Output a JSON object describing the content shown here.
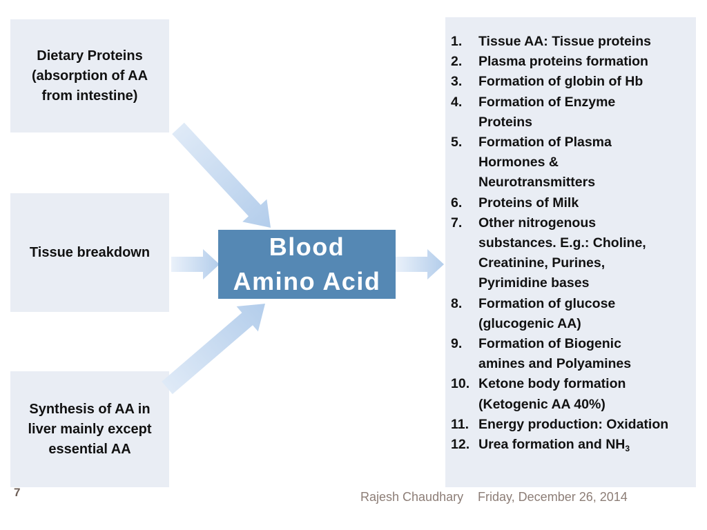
{
  "slide": {
    "page_number": "7",
    "footer": {
      "author": "Rajesh Chaudhary",
      "date": "Friday, December 26, 2014"
    }
  },
  "sources": [
    {
      "text": "Dietary Proteins\n(absorption of AA\nfrom intestine)"
    },
    {
      "text": "Tissue breakdown"
    },
    {
      "text": "Synthesis of AA in\nliver mainly except\nessential AA"
    }
  ],
  "center": {
    "text": "Blood\nAmino Acid"
  },
  "fates_list": {
    "items": [
      {
        "number": "1.",
        "text": "Tissue AA: Tissue proteins"
      },
      {
        "number": "2.",
        "text": "Plasma proteins formation"
      },
      {
        "number": "3.",
        "text": "Formation of globin of Hb"
      },
      {
        "number": "4.",
        "text": "Formation of Enzyme\nProteins"
      },
      {
        "number": "5.",
        "text": "Formation of Plasma\nHormones &\nNeurotransmitters"
      },
      {
        "number": "6.",
        "text": "Proteins of Milk"
      },
      {
        "number": "7.",
        "text": "Other nitrogenous\nsubstances. E.g.: Choline,\nCreatinine, Purines,\nPyrimidine bases"
      },
      {
        "number": "8.",
        "text": "Formation of glucose\n(glucogenic AA)"
      },
      {
        "number": "9.",
        "text": "Formation of Biogenic\namines and Polyamines"
      },
      {
        "number": "10.",
        "text": "Ketone body formation\n(Ketogenic AA 40%)"
      },
      {
        "number": "11.",
        "text": "Energy production: Oxidation"
      },
      {
        "number": "12.",
        "text": "Urea formation and NH",
        "subscript": "3"
      }
    ]
  },
  "colors": {
    "panel_bg": "#e9edf4",
    "center_box_bg": "#5588b4",
    "center_box_text": "#ffffff",
    "arrow_tail": "#eaf1fa",
    "arrow_head": "#b3cdeb",
    "body_text": "#111111",
    "footer_text": "#8c7d76",
    "page_number_text": "#6e5f57"
  }
}
